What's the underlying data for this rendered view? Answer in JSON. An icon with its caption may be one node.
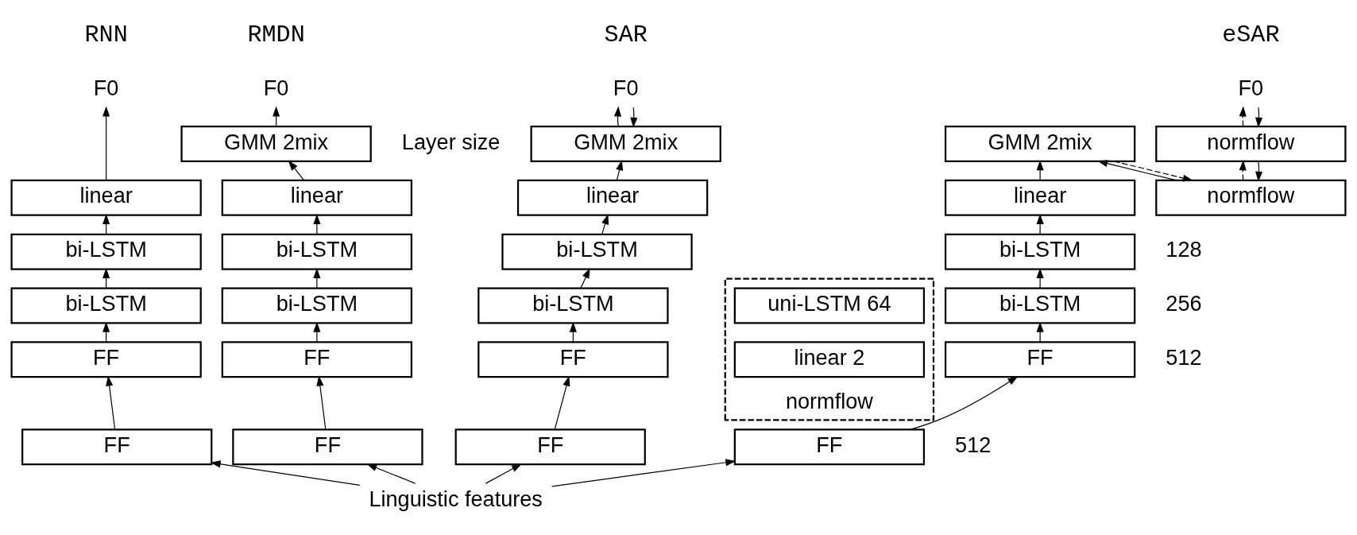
{
  "diagram": {
    "nodes": [
      {
        "text": [
          "Linguistic features"
        ]
      },
      {
        "text": [
          "FF"
        ]
      },
      {
        "text": [
          "FF"
        ]
      },
      {
        "text": [
          "bi-LSTM"
        ]
      },
      {
        "text": [
          "bi-LSTM"
        ]
      },
      {
        "text": [
          "linear"
        ]
      },
      {
        "text": [
          "F0"
        ]
      },
      {
        "text": [
          "FF"
        ]
      },
      {
        "text": [
          "FF"
        ]
      },
      {
        "text": [
          "bi-LSTM"
        ]
      },
      {
        "text": [
          "bi-LSTM"
        ]
      },
      {
        "text": [
          "linear"
        ]
      },
      {
        "text": [
          "GMM 2mix"
        ]
      },
      {
        "text": [
          "F0"
        ]
      },
      {
        "text": [
          "FF"
        ]
      },
      {
        "text": [
          "FF"
        ]
      },
      {
        "text": [
          "bi-LSTM"
        ]
      },
      {
        "text": [
          "bi-LSTM"
        ]
      },
      {
        "text": [
          "linear"
        ]
      },
      {
        "text": [
          "GMM 2mix"
        ]
      },
      {
        "text": [
          "F0"
        ]
      },
      {
        "text": [
          "FF"
        ]
      },
      {
        "text": [
          "FF"
        ]
      },
      {
        "text": [
          "bi-LSTM"
        ]
      },
      {
        "text": [
          "bi-LSTM"
        ]
      },
      {
        "text": [
          "linear"
        ]
      },
      {
        "text": [
          "GMM 2mix"
        ]
      },
      {
        "text": [
          "normflow"
        ]
      },
      {
        "text": [
          "normflow"
        ]
      },
      {
        "text": [
          "F0"
        ]
      },
      {
        "text": [
          "normflow"
        ]
      },
      {
        "text": [
          "uni-LSTM 64"
        ],
        "in": 30
      },
      {
        "text": [
          "linear 2"
        ],
        "in": 30
      }
    ],
    "edges": [
      {
        "from": 0,
        "to": 1,
        "arrow": "to"
      },
      {
        "from": 1,
        "to": 2,
        "arrow": "to"
      },
      {
        "from": 2,
        "to": 3,
        "arrow": "to"
      },
      {
        "from": 3,
        "to": 4,
        "arrow": "to"
      },
      {
        "from": 4,
        "to": 5,
        "arrow": "to"
      },
      {
        "from": 5,
        "to": 6,
        "arrow": "to"
      },
      {
        "from": 0,
        "to": 7,
        "arrow": "to"
      },
      {
        "from": 7,
        "to": 8,
        "arrow": "to"
      },
      {
        "from": 8,
        "to": 9,
        "arrow": "to"
      },
      {
        "from": 9,
        "to": 10,
        "arrow": "to"
      },
      {
        "from": 10,
        "to": 11,
        "arrow": "to"
      },
      {
        "from": 11,
        "to": 12,
        "arrow": "to"
      },
      {
        "from": 12,
        "to": 13,
        "arrow": "to"
      },
      {
        "from": 0,
        "to": 14,
        "arrow": "to"
      },
      {
        "from": 14,
        "to": 15,
        "arrow": "to"
      },
      {
        "from": 15,
        "to": 16,
        "arrow": "to"
      },
      {
        "from": 16,
        "to": 17,
        "arrow": "to"
      },
      {
        "from": 17,
        "to": 18,
        "arrow": "to"
      },
      {
        "from": 18,
        "to": 19,
        "arrow": "to"
      },
      {
        "from": 19,
        "to": 20,
        "arrow": "to"
      },
      {
        "from": 20,
        "to": 19,
        "arrow": "to"
      },
      {
        "from": 0,
        "to": 21,
        "arrow": "to"
      },
      {
        "from": 21,
        "to": 22,
        "arrow": "to"
      },
      {
        "from": 22,
        "to": 23,
        "arrow": "to"
      },
      {
        "from": 23,
        "to": 24,
        "arrow": "to"
      },
      {
        "from": 24,
        "to": 25,
        "arrow": "to"
      },
      {
        "from": 25,
        "to": 26,
        "arrow": "to"
      },
      {
        "from": 26,
        "to": 27,
        "arrow": "to",
        "style": "dashed"
      },
      {
        "from": 27,
        "to": 26,
        "arrow": "to"
      },
      {
        "from": 29,
        "to": 28,
        "arrow": "to"
      },
      {
        "from": 28,
        "to": 29,
        "arrow": "to",
        "style": "dashed"
      },
      {
        "from": 28,
        "to": 27,
        "arrow": "to"
      },
      {
        "from": 27,
        "to": 28,
        "arrow": "to",
        "style": "dashed"
      }
    ],
    "labels": [
      "RNN",
      "RMDN",
      "SAR",
      "eSAR",
      "Layer size",
      "128",
      "256",
      "512",
      "512"
    ]
  }
}
